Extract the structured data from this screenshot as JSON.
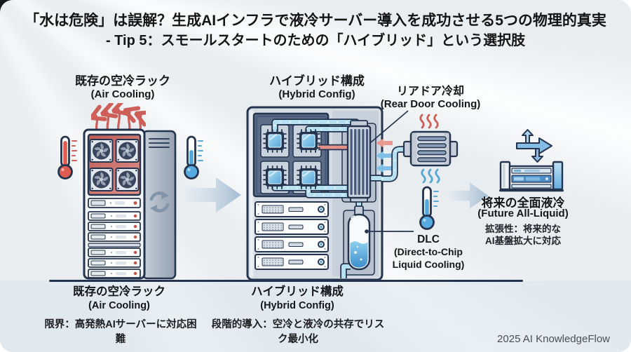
{
  "title": {
    "line1": "「水は危険」は誤解？生成AIインフラで液冷サーバー導入を成功させる5つの物理的真実",
    "line2": "- Tip 5：スモールスタートのための「ハイブリッド」という選択肢"
  },
  "sections": {
    "air": {
      "header_jp": "既存の空冷ラック",
      "header_en": "(Air Cooling)",
      "caption_jp": "既存の空冷ラック",
      "caption_en": "(Air Cooling)",
      "note": "限界：高発熱AIサーバーに対応困難"
    },
    "hybrid": {
      "header_jp": "ハイブリッド構成",
      "header_en": "(Hybrid Config)",
      "caption_jp": "ハイブリッド構成",
      "caption_en": "(Hybrid Config)",
      "note": "段階的導入：空冷と液冷の共存でリスク最小化"
    },
    "rear_door": {
      "label_jp": "リアドア冷却",
      "label_en": "(Rear Door Cooling)"
    },
    "dlc": {
      "line1": "DLC",
      "line2": "(Direct-to-Chip",
      "line3": "Liquid Cooling)"
    },
    "future": {
      "label_jp": "将来の全面液冷",
      "label_en": "(Future All-Liquid)",
      "note_line1": "拡張性：将来的な",
      "note_line2": "AI基盤拡大に対応"
    }
  },
  "credit": "2025 AI KnowledgeFlow",
  "colors": {
    "heat_red": "#cd5f58",
    "cool_blue": "#5aa7d6",
    "pipe_fill": "#b7e1f1",
    "outline_navy": "#24344e",
    "background": "#e9edf0"
  }
}
